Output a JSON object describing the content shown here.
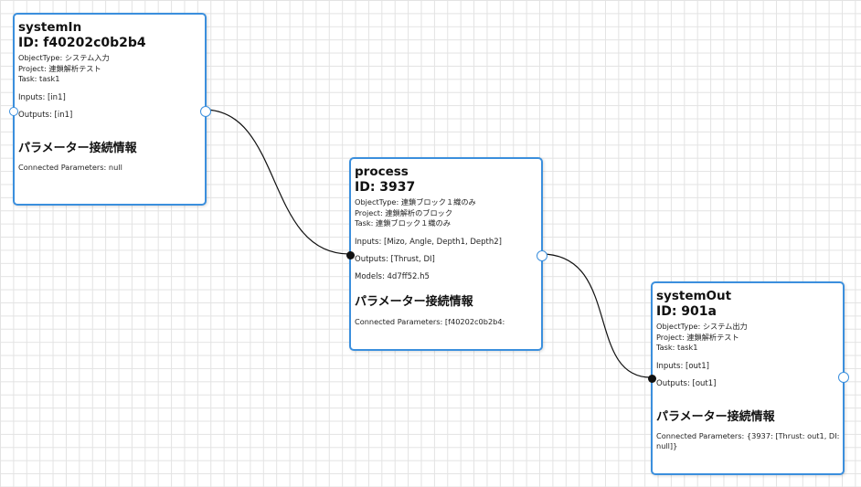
{
  "nodes": {
    "systemIn": {
      "name": "systemIn",
      "id": "ID: f40202c0b2b4",
      "object_type": "ObjectType: システム入力",
      "project": "Project: 連鎖解析テスト",
      "task": "Task: task1",
      "inputs": "Inputs: [in1]",
      "outputs": "Outputs: [in1]",
      "section_title": "パラメーター接続情報",
      "connected": "Connected Parameters: null"
    },
    "process": {
      "name": "process",
      "id": "ID: 3937",
      "object_type": "ObjectType: 連鎖ブロック１織のみ",
      "project": "Project: 連鎖解析のブロック",
      "task": "Task: 連鎖ブロック１織のみ",
      "inputs": "Inputs: [Mizo, Angle, Depth1, Depth2]",
      "outputs": "Outputs: [Thrust, DI]",
      "models": "Models: 4d7ff52.h5",
      "section_title": "パラメーター接続情報",
      "connected": "Connected Parameters: [f40202c0b2b4:"
    },
    "systemOut": {
      "name": "systemOut",
      "id": "ID: 901a",
      "object_type": "ObjectType: システム出力",
      "project": "Project: 連鎖解析テスト",
      "task": "Task: task1",
      "inputs": "Inputs: [out1]",
      "outputs": "Outputs: [out1]",
      "section_title": "パラメーター接続情報",
      "connected": "Connected Parameters: {3937: [Thrust: out1, DI: null]}"
    }
  },
  "colors": {
    "node_border": "#3b8fdd",
    "wire": "#111111",
    "grid": "#e3e3e3"
  }
}
